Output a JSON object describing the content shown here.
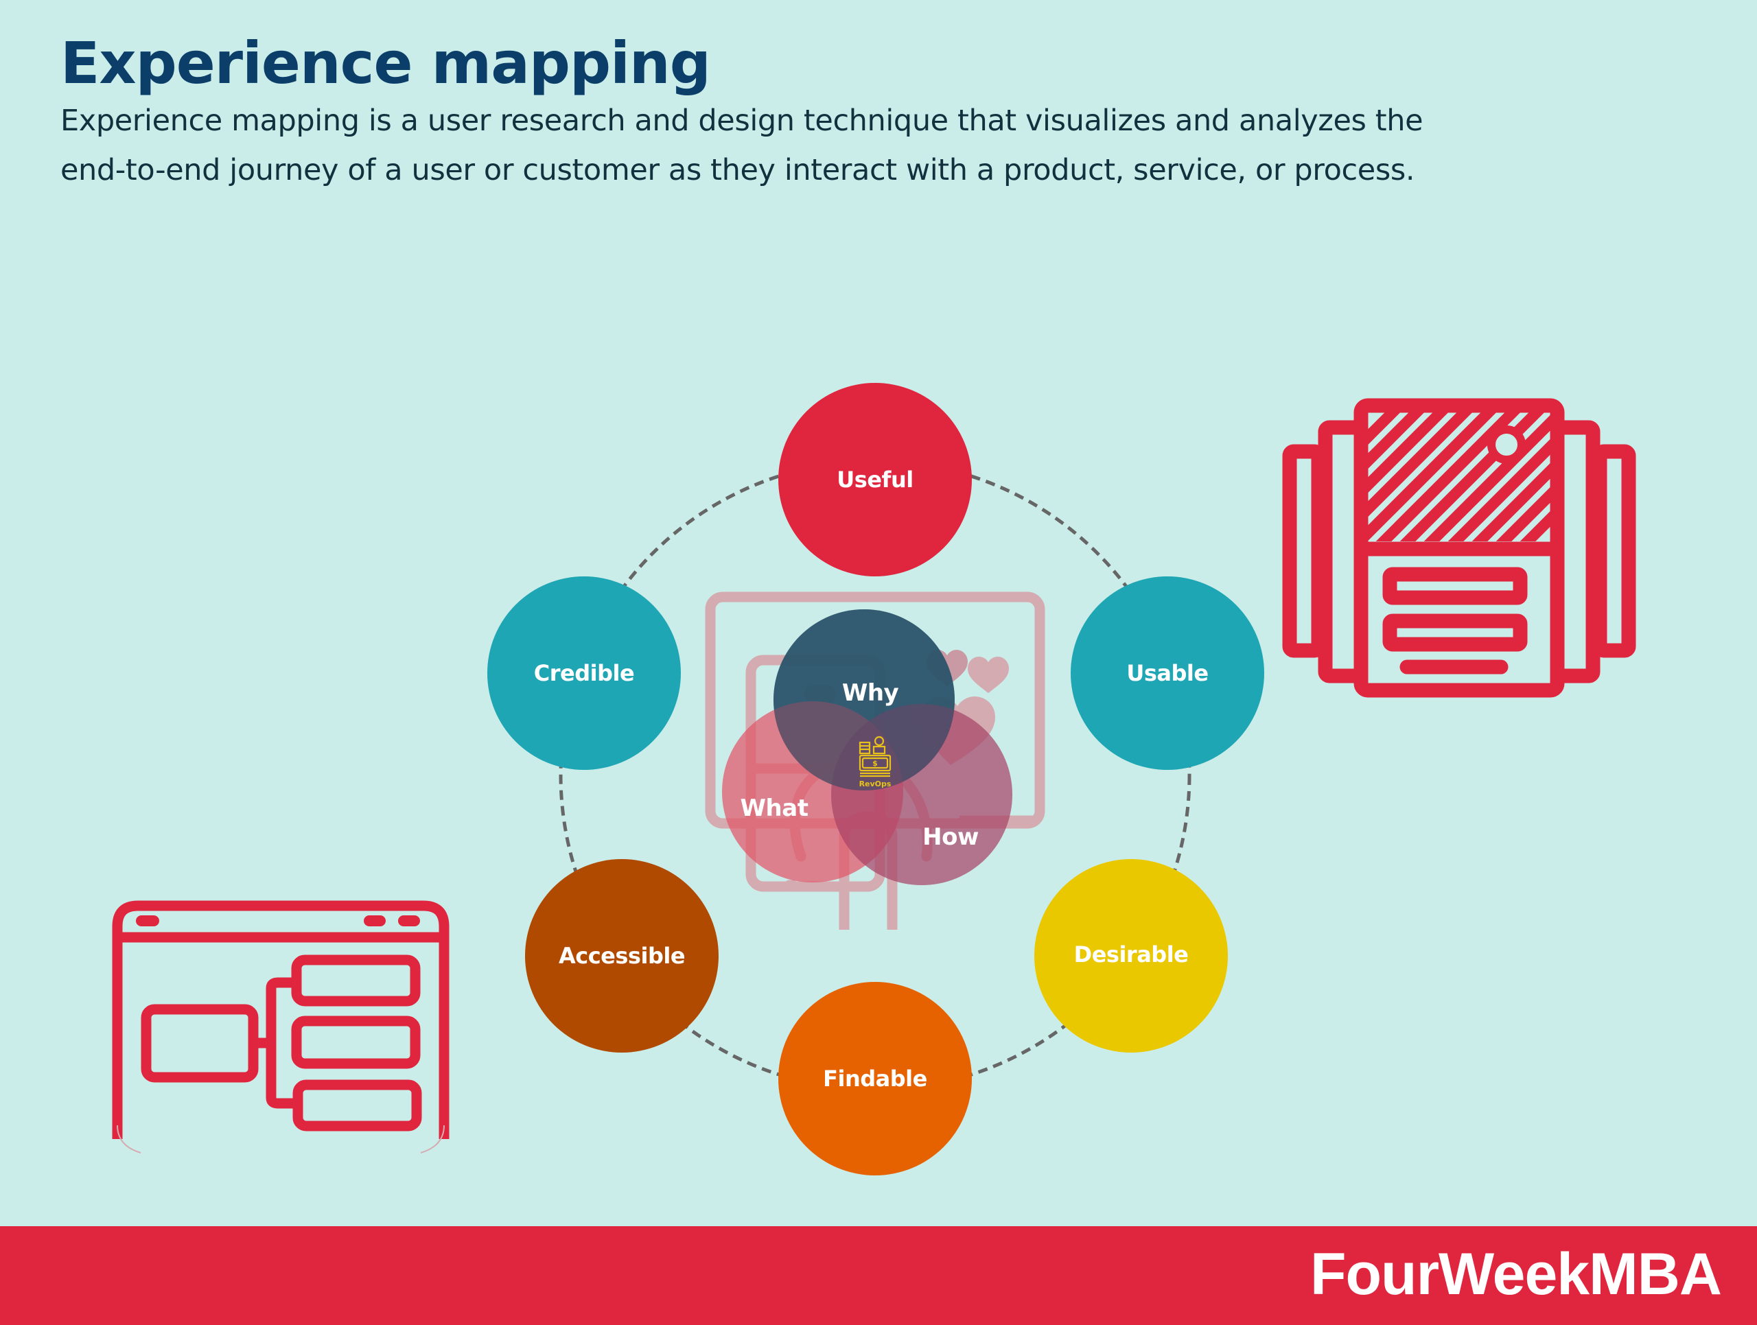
{
  "header": {
    "title": "Experience mapping",
    "description_lines": [
      "Experience mapping is a user research and design technique that visualizes and analyzes the",
      "end-to-end journey of a user or customer as they interact with a product, service, or process."
    ]
  },
  "diagram": {
    "ring_nodes": [
      {
        "label": "Useful",
        "color": "#e0263e"
      },
      {
        "label": "Usable",
        "color": "#1fa6b4"
      },
      {
        "label": "Desirable",
        "color": "#e9c800"
      },
      {
        "label": "Findable",
        "color": "#e66100"
      },
      {
        "label": "Accessible",
        "color": "#b04a00"
      },
      {
        "label": "Credible",
        "color": "#1fa6b4"
      }
    ],
    "venn": [
      {
        "label": "Why",
        "color": "#2a5f73"
      },
      {
        "label": "What",
        "color": "#e05668"
      },
      {
        "label": "How",
        "color": "#a84468"
      }
    ],
    "center_badge": {
      "label": "RevOps",
      "icon": "money-stack-icon",
      "color": "#e8c21a"
    },
    "decorative_icons": [
      "card-carousel-icon",
      "browser-sitemap-icon",
      "mobile-heart-illustration-icon"
    ]
  },
  "colors": {
    "background": "#cbede9",
    "accent": "#e0263e",
    "title": "#0b3f69",
    "ring_dash": "#666666"
  },
  "footer": {
    "brand": "FourWeekMBA"
  }
}
